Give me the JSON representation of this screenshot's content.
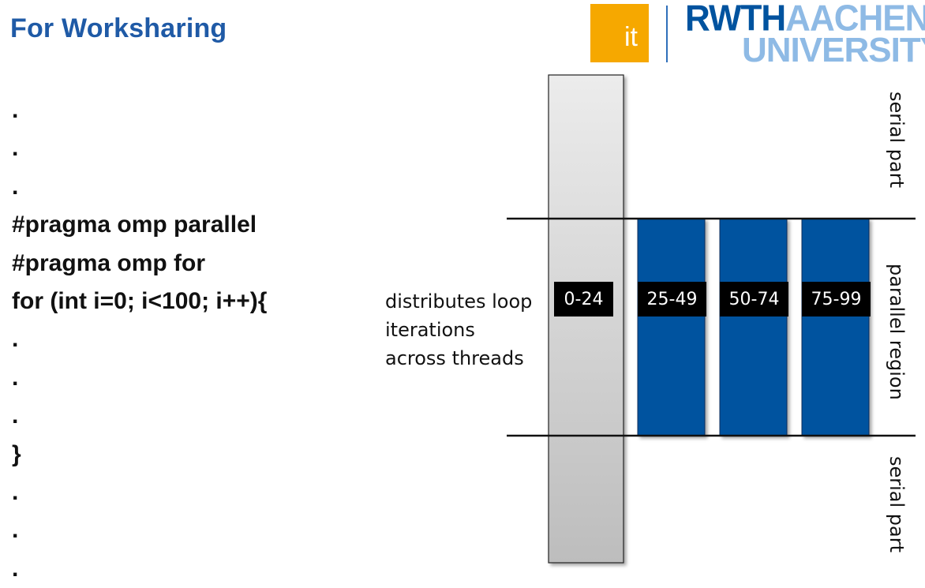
{
  "header": {
    "title": "For Worksharing"
  },
  "logo": {
    "it_text": "it",
    "rwth_strong": "RWTH",
    "rwth_light": "AACHEN",
    "rwth_line2": "UNIVERSITY",
    "colors": {
      "it_box": "#f6a800",
      "rwth_strong": "#00539f",
      "rwth_light": "#8ebae5"
    }
  },
  "code": {
    "lines": [
      ".",
      ".",
      ".",
      "#pragma omp parallel",
      "#pragma omp for",
      "for (int i=0; i<100; i++){",
      ".",
      ".",
      ".",
      "}",
      ".",
      ".",
      "."
    ]
  },
  "diagram": {
    "annotation_lines": [
      "distributes loop",
      "iterations",
      "across threads"
    ],
    "region_labels": {
      "top": "serial part",
      "middle": "parallel region",
      "bottom": "serial part"
    },
    "ranges": [
      "0-24",
      "25-49",
      "50-74",
      "75-99"
    ],
    "colors": {
      "thread_bar": "#00539f",
      "master_bar_top": "#ececec",
      "master_bar_bottom": "#bdbdbd"
    }
  }
}
